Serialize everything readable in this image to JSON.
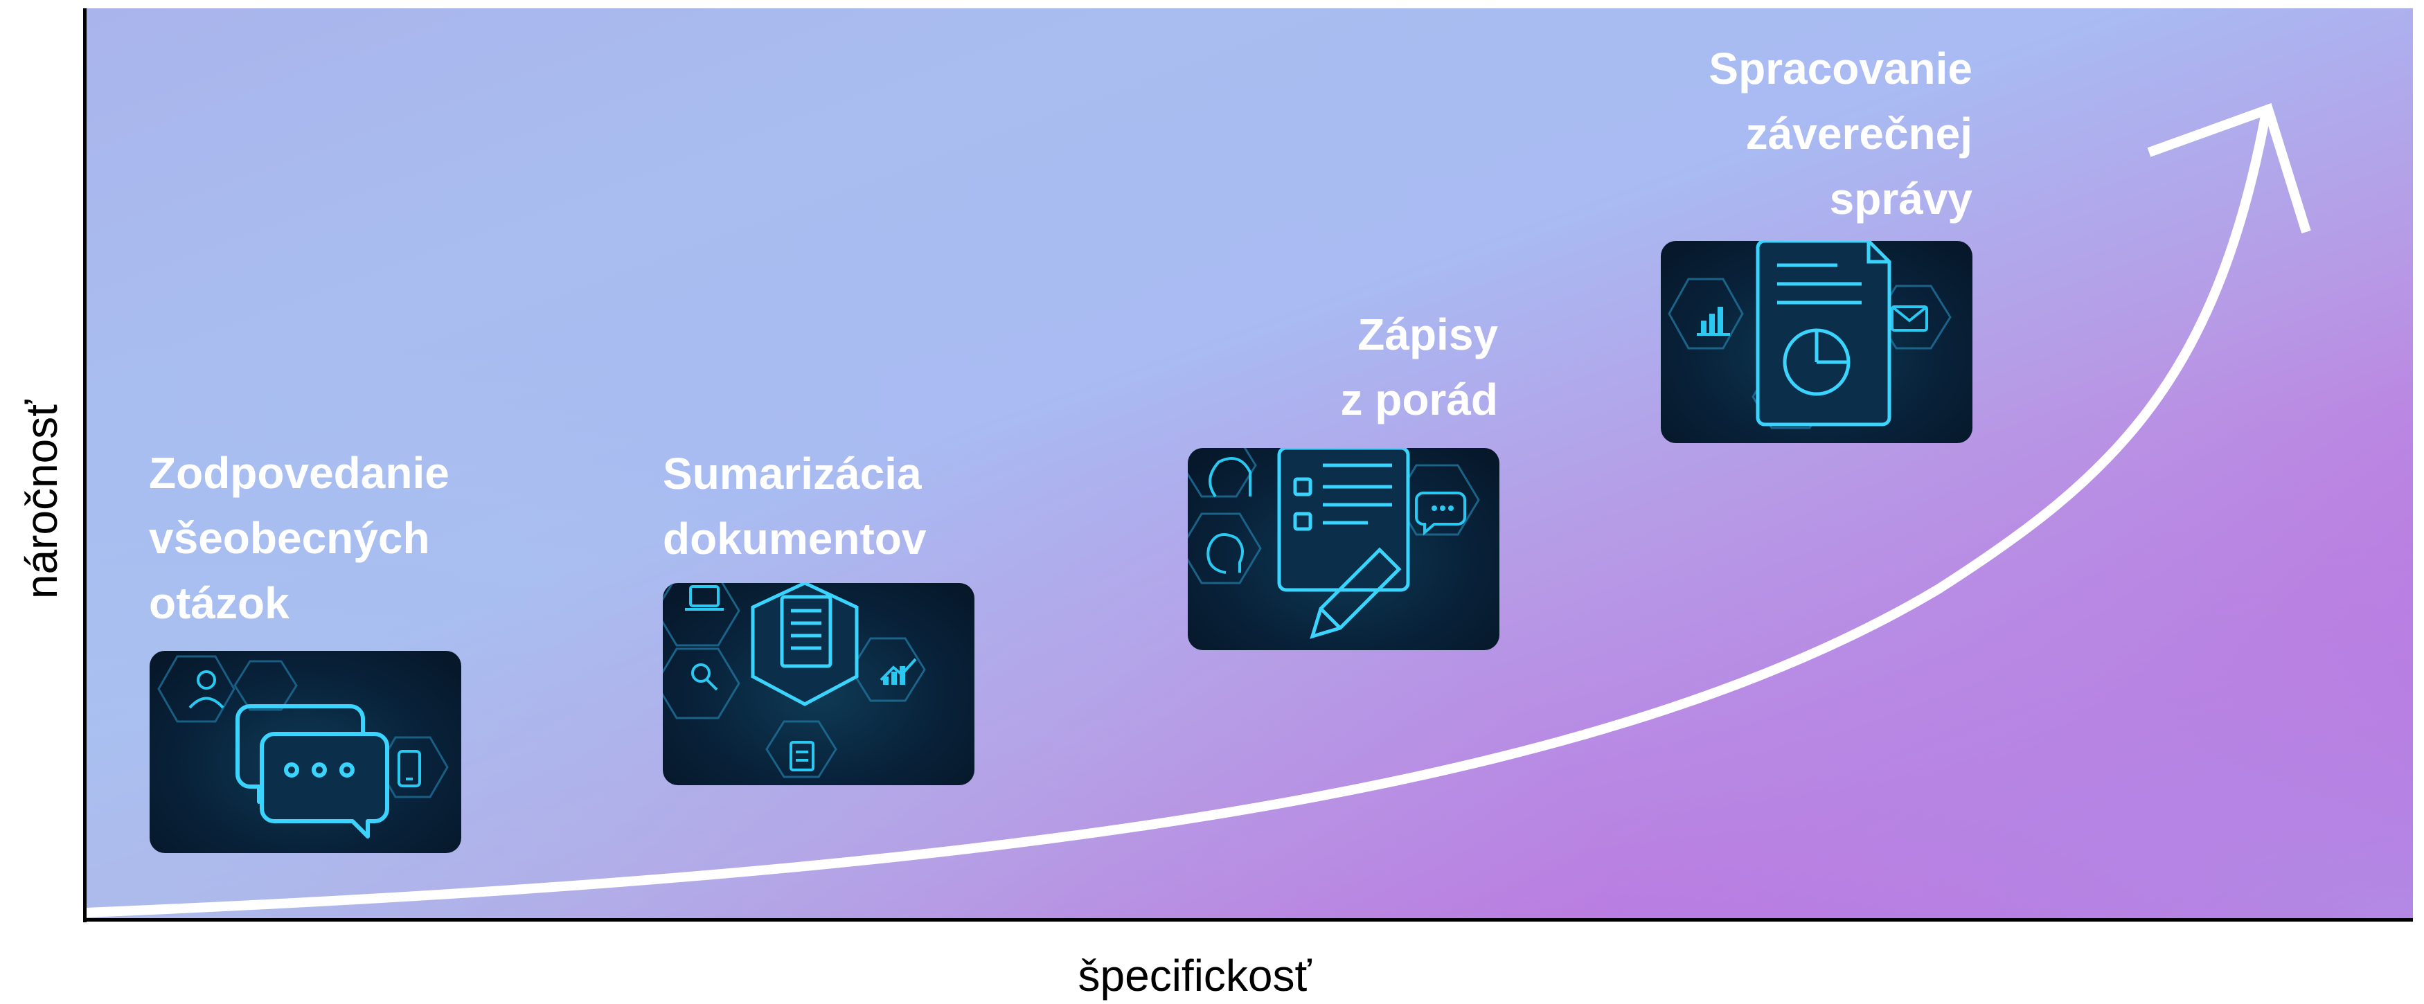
{
  "axes": {
    "y_label": "náročnosť",
    "x_label": "špecifickosť"
  },
  "stages": [
    {
      "title": "Zodpovedanie\nvšeobecných\notázok",
      "icon": "chat-bubbles-icon"
    },
    {
      "title": "Sumarizácia\ndokumentov",
      "icon": "document-summary-icon"
    },
    {
      "title": "Zápisy\nz porád",
      "icon": "meeting-notes-icon"
    },
    {
      "title": "Spracovanie\nzáverečnej\nsprávy",
      "icon": "final-report-icon"
    }
  ],
  "colors": {
    "gradient_start": "#a9b4ec",
    "gradient_end": "#c453d2",
    "arrow": "#ffffff",
    "icon_glow": "#29c9f2",
    "card_bg": "#08223a"
  }
}
